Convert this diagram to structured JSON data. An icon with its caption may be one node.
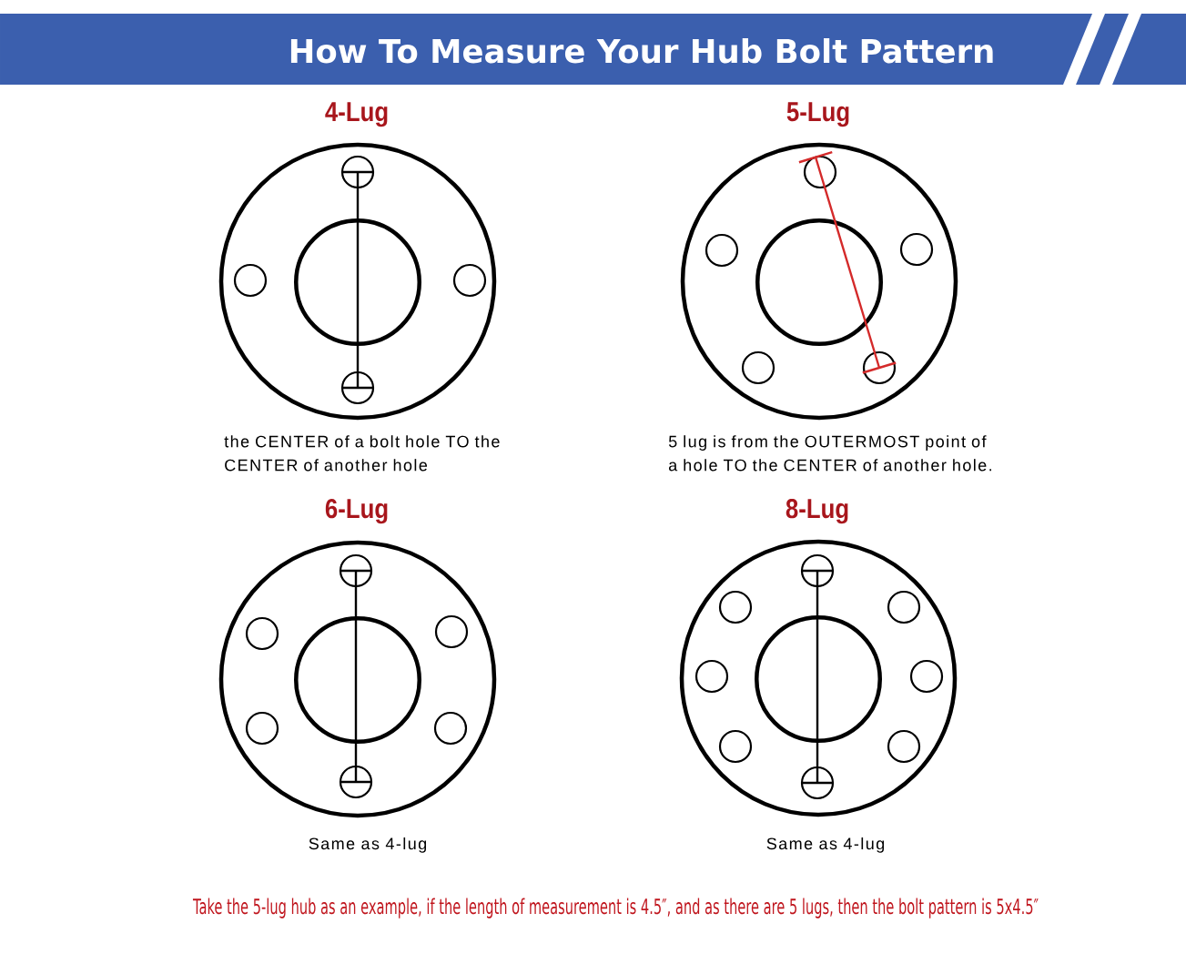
{
  "diagram": {
    "title": "How To Measure Your Hub Bolt Pattern",
    "nodes": [
      {
        "text": [
          "4-Lug"
        ],
        "beside": [
          "the CENTER of a bolt hole TO the CENTER of another hole"
        ]
      },
      {
        "text": [
          "5-Lug"
        ],
        "beside": [
          "5 lug is from the OUTERMOST point of a hole TO the CENTER of another hole."
        ]
      },
      {
        "text": [
          "6-Lug"
        ],
        "beside": [
          "Same as 4-lug"
        ]
      },
      {
        "text": [
          "8-Lug"
        ],
        "beside": [
          "Same as 4-lug"
        ]
      }
    ],
    "labels": [
      "Take the 5-lug hub as an example, if the length of measurement is 4.5″, and as there are 5 lugs, then the bolt pattern is 5x4.5″"
    ]
  }
}
